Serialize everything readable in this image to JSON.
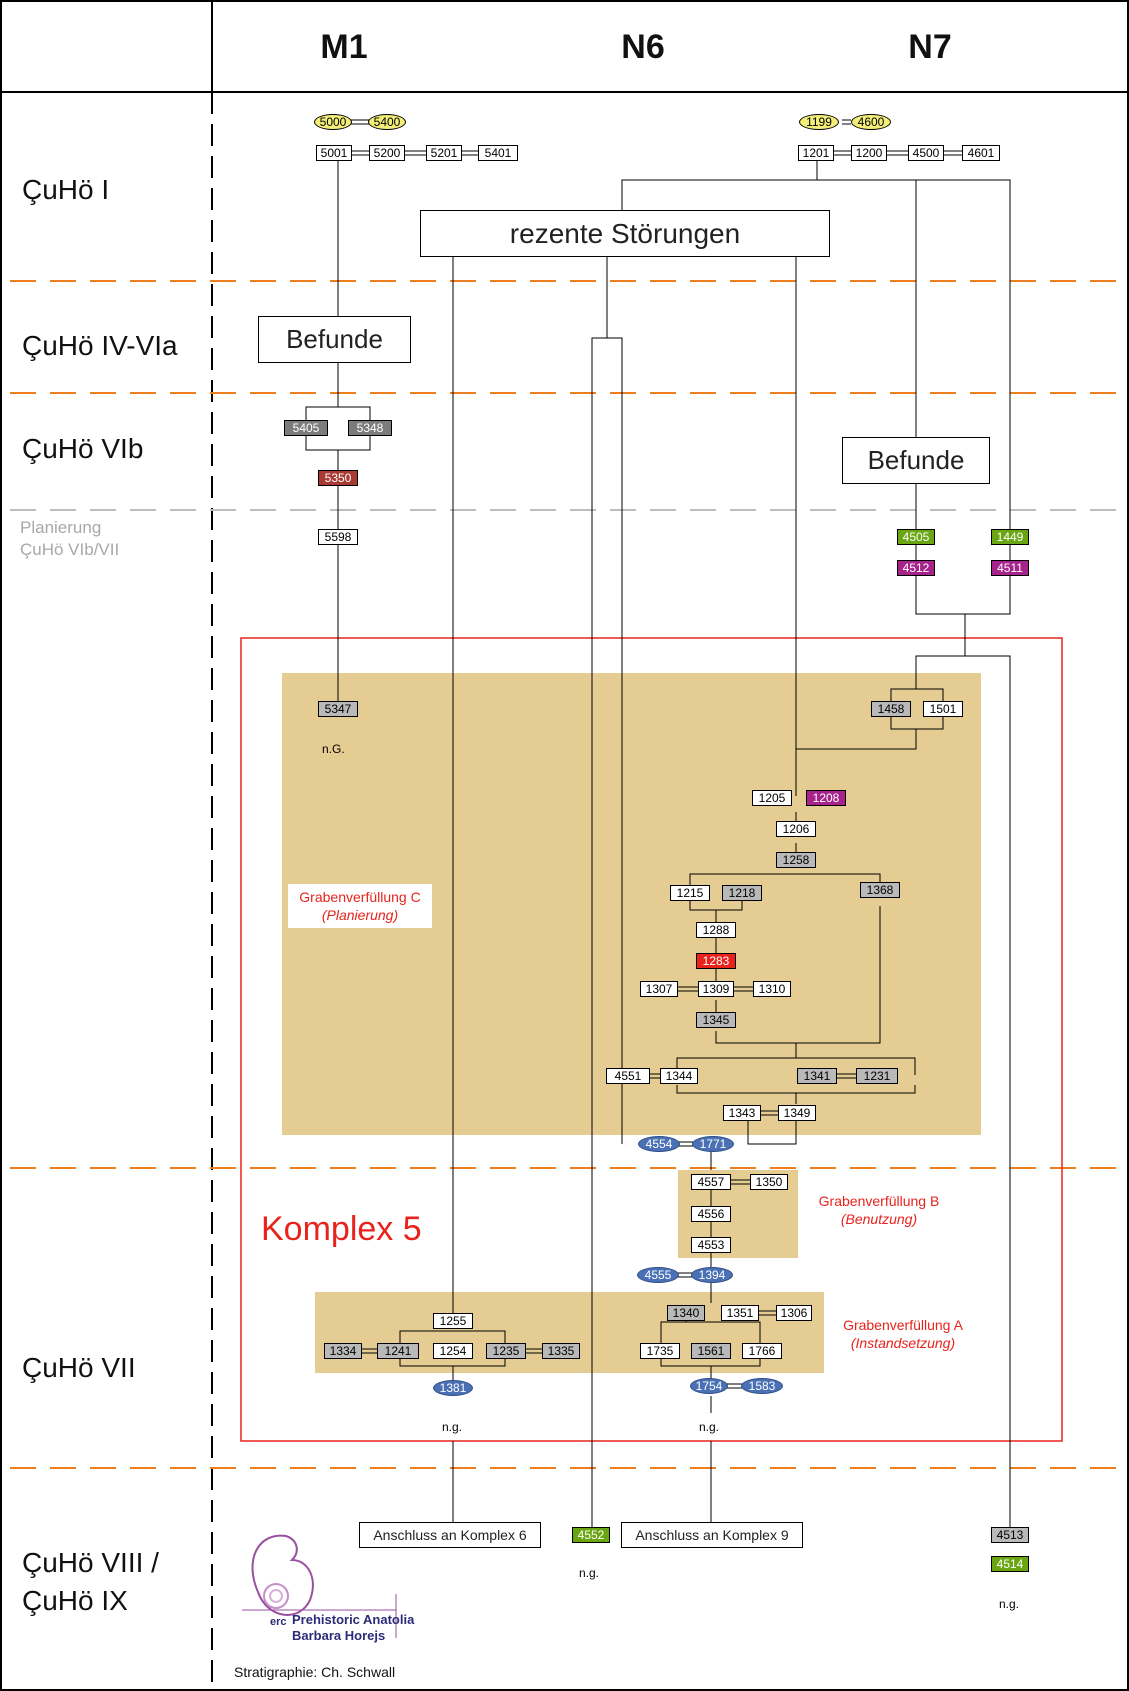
{
  "columns": {
    "m1": "M1",
    "n6": "N6",
    "n7": "N7"
  },
  "phases": {
    "p1": "ÇuHö I",
    "p2": "ÇuHö IV-VIa",
    "p3": "ÇuHö VIb",
    "p4a": "Planierung",
    "p4b": "ÇuHö VIb/VII",
    "p5": "ÇuHö VII",
    "p6a": "ÇuHö VIII /",
    "p6b": "ÇuHö IX"
  },
  "boxes": {
    "rezente": "rezente Störungen",
    "befunde_m1": "Befunde",
    "befunde_n7": "Befunde",
    "anschluss6": "Anschluss an Komplex 6",
    "anschluss9": "Anschluss an Komplex 9"
  },
  "labels": {
    "grabenC": "Grabenverfüllung C",
    "grabenC_sub": "(Planierung)",
    "grabenB": "Grabenverfüllung B",
    "grabenB_sub": "(Benutzung)",
    "grabenA": "Grabenverfüllung A",
    "grabenA_sub": "(Instandsetzung)",
    "komplex": "Komplex 5",
    "ng_upper": "n.G.",
    "ng": "n.g.",
    "credit": "Stratigraphie: Ch. Schwall",
    "logo_erc": "erc",
    "logo_line1": "Prehistoric Anatolia",
    "logo_line2": "Barbara Horejs"
  },
  "nodes": {
    "n5000": "5000",
    "n5400": "5400",
    "n5001": "5001",
    "n5200": "5200",
    "n5201": "5201",
    "n5401": "5401",
    "n1199": "1199",
    "n4600": "4600",
    "n1201": "1201",
    "n1200": "1200",
    "n4500": "4500",
    "n4601": "4601",
    "n5405": "5405",
    "n5348": "5348",
    "n5350": "5350",
    "n5598": "5598",
    "n5347": "5347",
    "n4505": "4505",
    "n1449": "1449",
    "n4512": "4512",
    "n4511": "4511",
    "n1458": "1458",
    "n1501": "1501",
    "n1205": "1205",
    "n1208": "1208",
    "n1206": "1206",
    "n1258": "1258",
    "n1215": "1215",
    "n1218": "1218",
    "n1368": "1368",
    "n1288": "1288",
    "n1283": "1283",
    "n1307": "1307",
    "n1309": "1309",
    "n1310": "1310",
    "n1345": "1345",
    "n4551": "4551",
    "n1344": "1344",
    "n1341": "1341",
    "n1231": "1231",
    "n1343": "1343",
    "n1349": "1349",
    "n4554": "4554",
    "n1771": "1771",
    "n4557": "4557",
    "n1350": "1350",
    "n4556": "4556",
    "n4553": "4553",
    "n4555": "4555",
    "n1394": "1394",
    "n1255": "1255",
    "n1334": "1334",
    "n1241": "1241",
    "n1254": "1254",
    "n1235": "1235",
    "n1335": "1335",
    "n1381": "1381",
    "n1340": "1340",
    "n1351": "1351",
    "n1306": "1306",
    "n1735": "1735",
    "n1561": "1561",
    "n1766": "1766",
    "n1754": "1754",
    "n1583": "1583",
    "n4552": "4552",
    "n4513": "4513",
    "n4514": "4514"
  },
  "colors": {
    "fill_area": "#e5cc92",
    "dash_orange": "#ee7d1e",
    "dash_grey": "#bdbdbd",
    "komplex_red": "#e8231c",
    "blue": "#4a70b5",
    "green": "#6aa612",
    "magenta": "#a5238a"
  }
}
